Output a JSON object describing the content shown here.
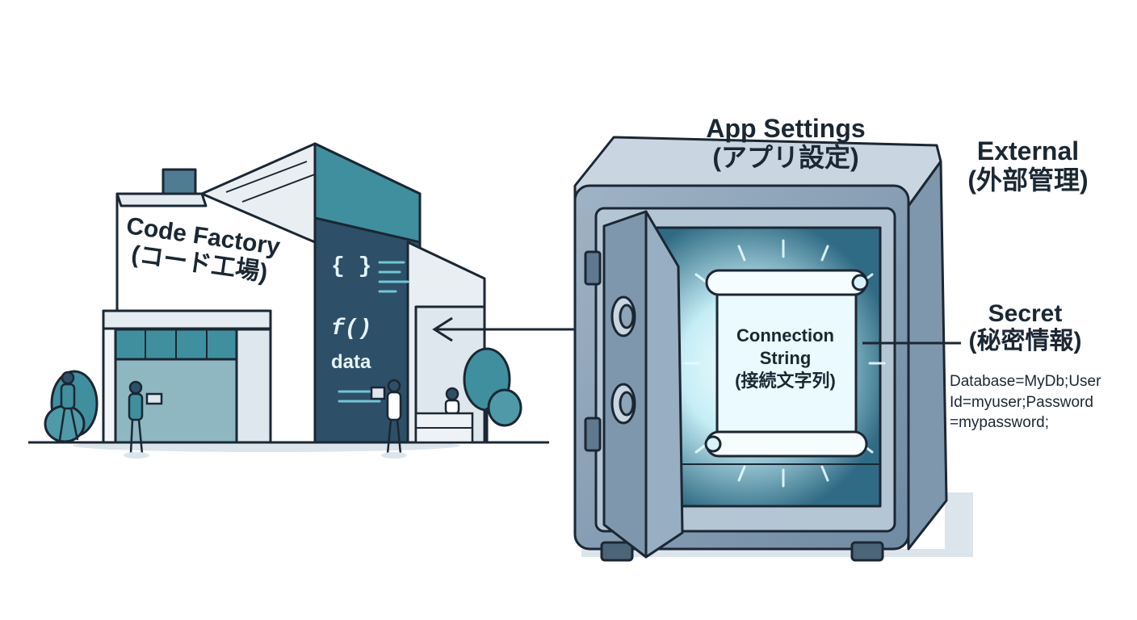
{
  "factory": {
    "title_en": "Code Factory",
    "title_jp": "(コード工場)",
    "code_braces": "{ }",
    "code_func": "f()",
    "code_data": "data"
  },
  "safe": {
    "title_en": "App Settings",
    "title_jp": "(アプリ設定)"
  },
  "external": {
    "title_en": "External",
    "title_jp": "(外部管理)"
  },
  "scroll": {
    "line1": "Connection",
    "line2": "String",
    "line3": "(接続文字列)"
  },
  "secret": {
    "title_en": "Secret",
    "title_jp": "(秘密情報)",
    "value_line1": "Database=MyDb;User",
    "value_line2": "Id=myuser;Password",
    "value_line3": "=mypassword;"
  },
  "colors": {
    "outline": "#1b2733",
    "teal": "#3f8f9f",
    "dark_panel": "#2e4f68",
    "steel": "#8ea4b8",
    "steel_light": "#c9d6e1",
    "glow": "#dff6fb"
  }
}
